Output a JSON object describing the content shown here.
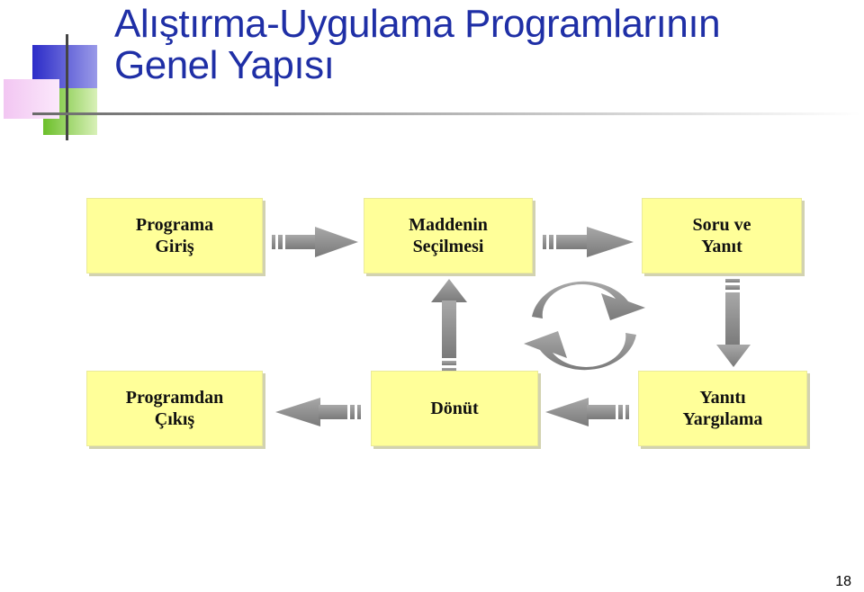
{
  "slide": {
    "title_line1": "Alıştırma-Uygulama Programlarının",
    "title_line2": "Genel Yapısı",
    "page_number": "18"
  },
  "flow": {
    "boxes": [
      {
        "id": "programa-giris",
        "label": "Programa\nGiriş"
      },
      {
        "id": "maddenin-secilmesi",
        "label": "Maddenin\nSeçilmesi"
      },
      {
        "id": "soru-ve-yanit",
        "label": "Soru ve\nYanıt"
      },
      {
        "id": "programdan-cikis",
        "label": "Programdan\nÇıkış"
      },
      {
        "id": "donut",
        "label": "Dönüt"
      },
      {
        "id": "yaniti-yargilama",
        "label": "Yanıtı\nYargılama"
      }
    ]
  },
  "colors": {
    "title": "#1f2fa6",
    "box_fill": "#ffff99",
    "arrow": "#8c8c8c",
    "deco_blue": "#3a3ad0",
    "deco_pink": "#f0b6f0",
    "deco_green": "#8ccc3c"
  }
}
